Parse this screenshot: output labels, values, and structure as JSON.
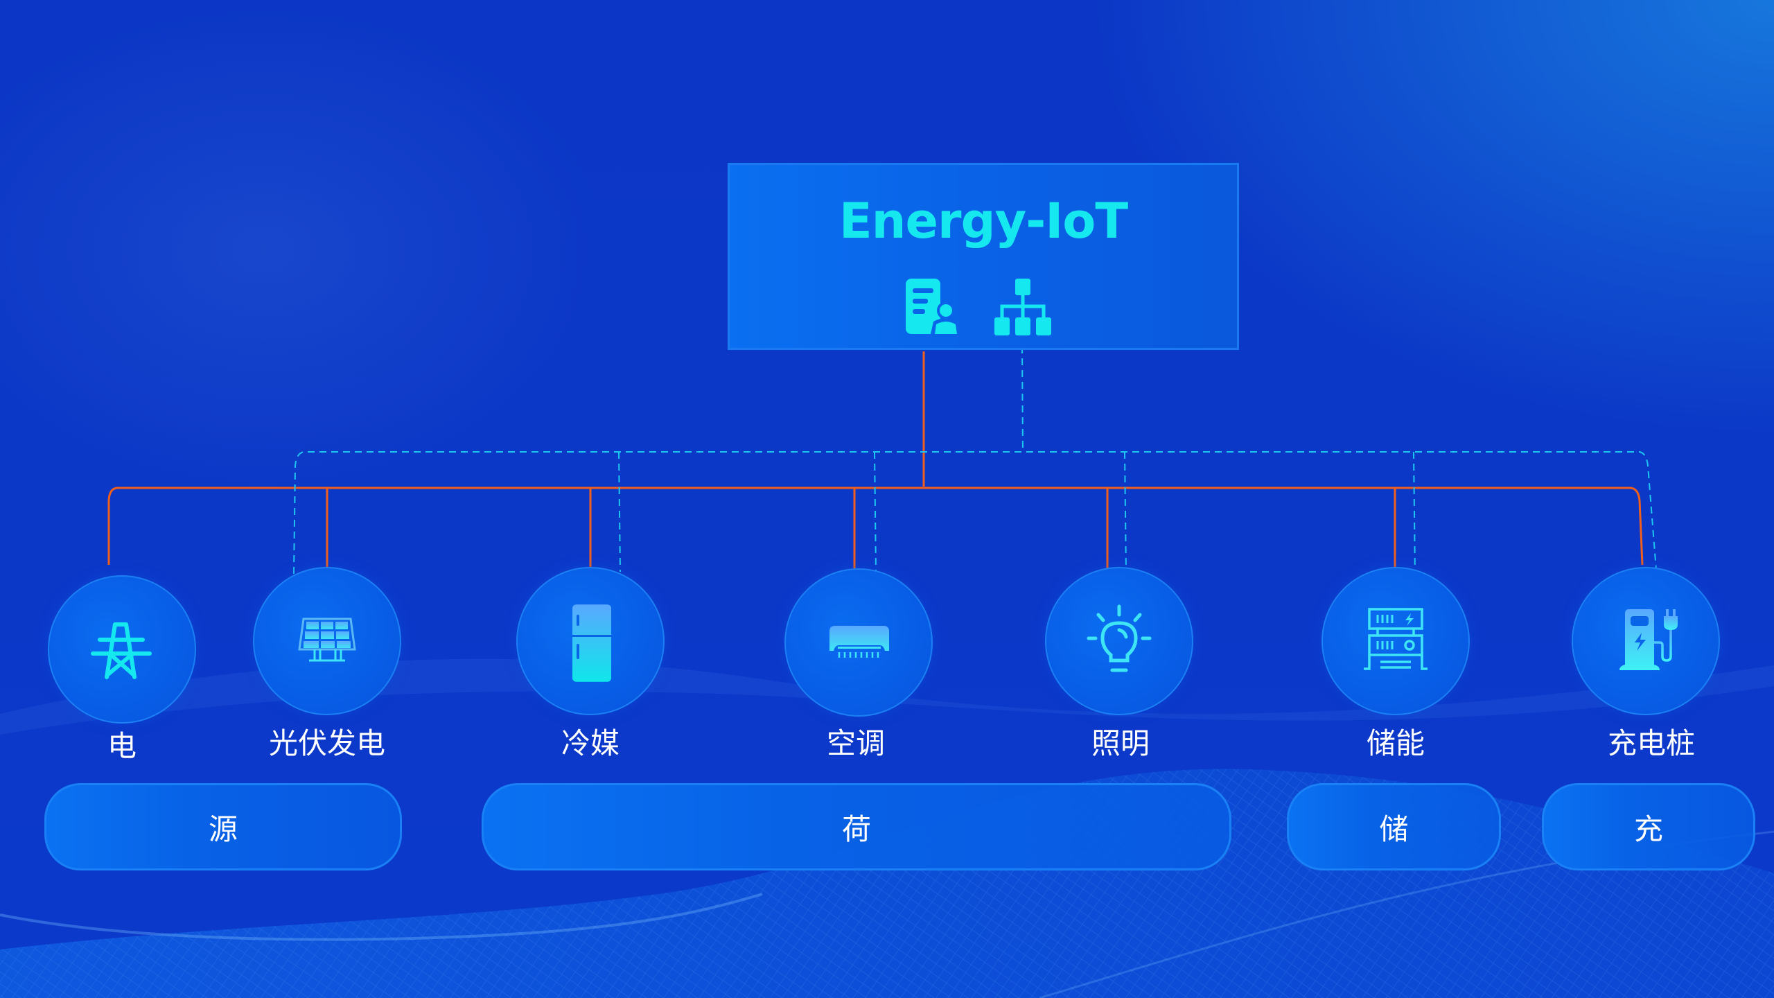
{
  "hub": {
    "title": "Energy-IoT",
    "icons": [
      "server-user-icon",
      "hierarchy-network-icon"
    ]
  },
  "nodes": [
    {
      "label": "电",
      "icon": "power-tower-icon"
    },
    {
      "label": "光伏发电",
      "icon": "solar-panel-icon"
    },
    {
      "label": "冷媒",
      "icon": "refrigerator-icon"
    },
    {
      "label": "空调",
      "icon": "air-conditioner-icon"
    },
    {
      "label": "照明",
      "icon": "light-bulb-icon"
    },
    {
      "label": "储能",
      "icon": "energy-storage-icon"
    },
    {
      "label": "充电桩",
      "icon": "charging-pile-icon"
    }
  ],
  "categories": [
    {
      "label": "源"
    },
    {
      "label": "荷"
    },
    {
      "label": "储"
    },
    {
      "label": "充"
    }
  ],
  "colors": {
    "background": "#0c37c6",
    "title_cyan": "#16e8f0",
    "solid_connector": "#f0601c",
    "dashed_connector": "#1cc8f0",
    "node_fill": "#085de6",
    "node_border": "#1c80f5"
  }
}
